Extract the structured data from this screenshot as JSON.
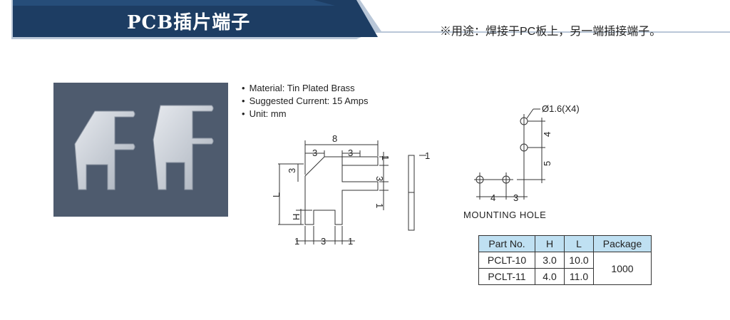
{
  "header": {
    "title": "PCB插片端子",
    "usage": "※用途：焊接于PC板上，另一端插接端子。",
    "colors": {
      "banner": "#1d3d63",
      "banner_light": "#2f5d8f",
      "stripe": "#b9c7d8"
    }
  },
  "specs": [
    "Material: Tin Plated Brass",
    "Suggested Current: 15 Amps",
    "Unit: mm"
  ],
  "drawing": {
    "dim_width": "8",
    "dim_left_tab": "3",
    "dim_right_tab": "3",
    "dim_top": "1",
    "dim_side_thick": "1",
    "dim_vert_3a": "3",
    "dim_vert_3b": "3",
    "dim_vert_1": "1",
    "dim_L": "L",
    "dim_H": "H",
    "dim_bottom_1a": "1",
    "dim_bottom_3": "3",
    "dim_bottom_1b": "1"
  },
  "mounting": {
    "hole_label": "Ø1.6(X4)",
    "dim_4v": "4",
    "dim_5v": "5",
    "dim_4h": "4",
    "dim_3h": "3",
    "caption": "MOUNTING HOLE"
  },
  "table": {
    "headers": [
      "Part No.",
      "H",
      "L",
      "Package"
    ],
    "rows": [
      {
        "part": "PCLT-10",
        "h": "3.0",
        "l": "10.0"
      },
      {
        "part": "PCLT-11",
        "h": "4.0",
        "l": "11.0"
      }
    ],
    "package": "1000"
  }
}
